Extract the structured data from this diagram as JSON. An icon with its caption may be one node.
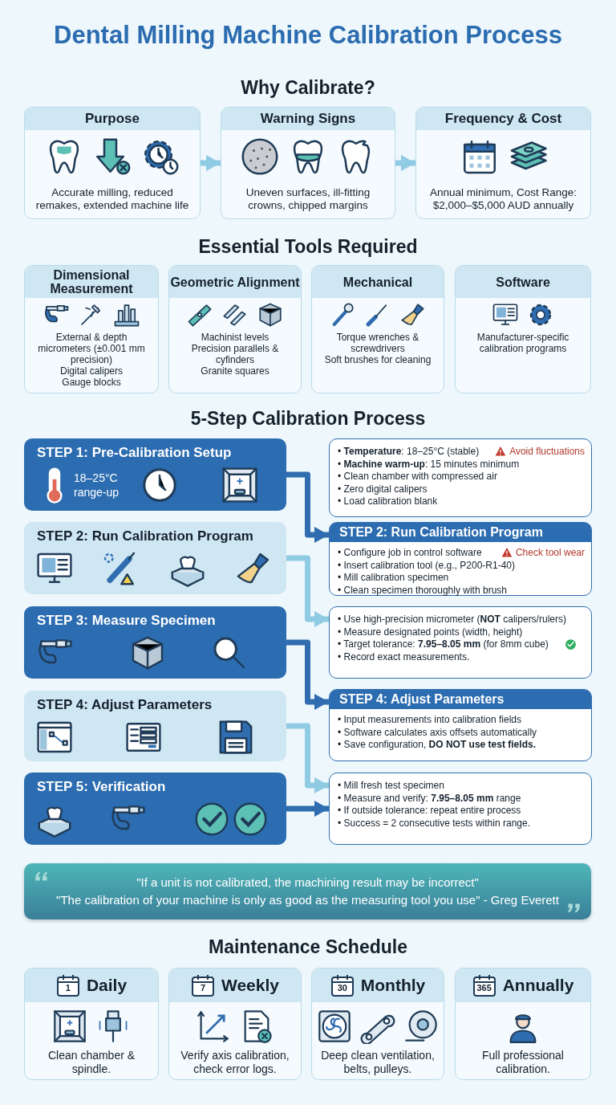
{
  "diagram": {
    "title": "Dental Milling Machine Calibration Process",
    "nodes": [
      {
        "text": [
          "Purpose",
          "Accurate milling, reduced remakes, extended machine life"
        ]
      },
      {
        "text": [
          "Warning Signs",
          "Uneven surfaces, ill-fitting crowns, chipped margins"
        ]
      },
      {
        "text": [
          "Frequency & Cost",
          "Annual minimum, Cost Range: $2,000–$5,000 AUD annually"
        ]
      },
      {
        "text": [
          "Dimensional Measurement",
          "External & depth micrometers (±0.001 mm precision)",
          "Digital calipers",
          "Gauge blocks"
        ]
      },
      {
        "text": [
          "Geometric Alignment",
          "Machinist levels",
          "Precision parallels & cyfinders",
          "Granite squares"
        ]
      },
      {
        "text": [
          "Mechanical",
          "Torque wrenches & screwdrivers",
          "Soft brushes for cleaning"
        ]
      },
      {
        "text": [
          "Software",
          "Manufacturer-specific calibration programs"
        ]
      },
      {
        "text": [
          "STEP 1: Pre-Calibration Setup",
          "18–25°C range-up"
        ]
      },
      {
        "text": [
          "• **Temperature**: 18–25°C (stable)",
          "Avoid fluctuations",
          "• **Machine warm-up**: 15 minutes minimum",
          "• Clean chamber with compressed air",
          "• Zero digital calipers",
          "• Load calibration blank"
        ]
      },
      {
        "text": [
          "STEP 2: Run Calibration Program"
        ]
      },
      {
        "text": [
          "STEP 2: Run Calibration Program",
          "• Configure job in control software",
          "Check tool wear",
          "• Insert calibration tool (e.g., P200-R1-40)",
          "• Mill calibration specimen",
          "• Clean specimen thoroughly with brush"
        ]
      },
      {
        "text": [
          "STEP 3: Measure Specimen"
        ]
      },
      {
        "text": [
          "• Use high-precision micrometer (**NOT** calipers/rulers)",
          "• Measure designated points (width, height)",
          "• Target tolerance: **7.95–8.05 mm** (for 8mm cube)",
          "• Record exact measurements."
        ]
      },
      {
        "text": [
          "STEP 4: Adjust Parameters"
        ]
      },
      {
        "text": [
          "STEP 4: Adjust Parameters",
          "• Input measurements into calibration fields",
          "• Software calculates axis offsets automatically",
          "• Save configuration, **DO NOT use test fields.**"
        ]
      },
      {
        "text": [
          "STEP 5: Verification"
        ]
      },
      {
        "text": [
          "• Mill fresh test specimen",
          "• Measure and verify: **7.95–8.05 mm** range",
          "• If outside tolerance: repeat entire process",
          "• Success = 2 consecutive tests within range."
        ]
      },
      {
        "text": [
          "\"If a unit is not calibrated, the machining result may be incorrect\"",
          "\"The calibration of your machine is only as good as the measuring tool you use\" - Greg Everett"
        ]
      },
      {
        "text": [
          "1",
          "Daily",
          "Clean chamber & spindle."
        ]
      },
      {
        "text": [
          "7",
          "Weekly",
          "Verify axis calibration, check error logs."
        ]
      },
      {
        "text": [
          "30",
          "Monthly",
          "Deep clean ventilation, belts, pulleys."
        ]
      },
      {
        "text": [
          "365",
          "Annually",
          "Full professional calibration."
        ]
      }
    ],
    "edges": [
      {
        "from": 0,
        "to": 1,
        "arrow": "to"
      },
      {
        "from": 1,
        "to": 2,
        "arrow": "to"
      },
      {
        "from": 7,
        "to": 10,
        "arrow": "to",
        "color": "#2f6db0"
      },
      {
        "from": 9,
        "to": 12,
        "arrow": "to"
      },
      {
        "from": 11,
        "to": 14,
        "arrow": "to",
        "color": "#2f6db0"
      },
      {
        "from": 13,
        "to": 16,
        "arrow": "to"
      },
      {
        "from": 15,
        "to": 16,
        "arrow": "to",
        "color": "#2f6db0"
      }
    ],
    "labels": [
      "Why Calibrate?",
      "Essential Tools Required",
      "5-Step Calibration Process",
      "Maintenance Schedule"
    ]
  }
}
